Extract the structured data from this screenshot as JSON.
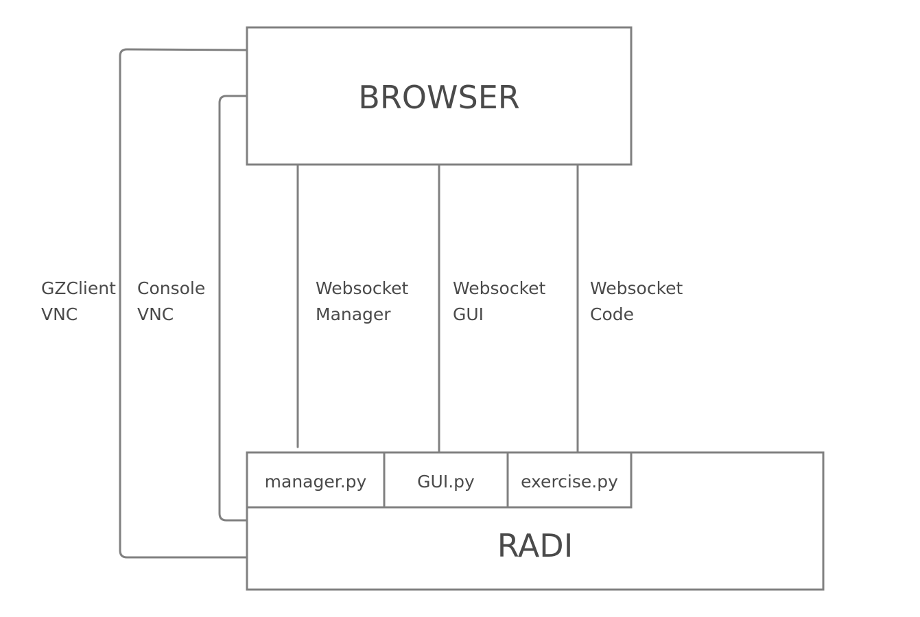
{
  "diagram": {
    "browser": {
      "label": "BROWSER"
    },
    "radi": {
      "label": "RADI",
      "modules": [
        {
          "label": "manager.py"
        },
        {
          "label": "GUI.py"
        },
        {
          "label": "exercise.py"
        }
      ]
    },
    "connections": [
      {
        "line1": "GZClient",
        "line2": "VNC"
      },
      {
        "line1": "Console",
        "line2": "VNC"
      },
      {
        "line1": "Websocket",
        "line2": "Manager"
      },
      {
        "line1": "Websocket",
        "line2": "GUI"
      },
      {
        "line1": "Websocket",
        "line2": "Code"
      }
    ]
  }
}
